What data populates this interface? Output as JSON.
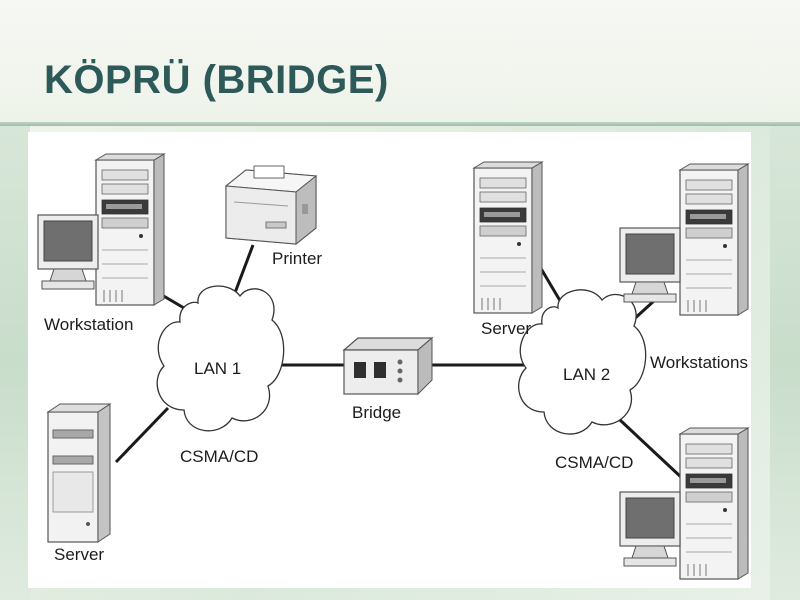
{
  "slide": {
    "title": "KÖPRÜ (BRIDGE)"
  },
  "diagram": {
    "lan1": {
      "label": "LAN 1",
      "protocol": "CSMA/CD"
    },
    "lan2": {
      "label": "LAN 2",
      "protocol": "CSMA/CD"
    },
    "bridge": {
      "label": "Bridge"
    },
    "lan1_devices": {
      "workstation": "Workstation",
      "printer": "Printer",
      "server": "Server"
    },
    "lan2_devices": {
      "server": "Server",
      "workstations": "Workstations"
    }
  },
  "colors": {
    "title": "#2d5a58",
    "line": "#1a1a1a",
    "device_light": "#f1f1f1",
    "device_shade": "#bdbdbd",
    "screen": "#6d6d6d"
  }
}
